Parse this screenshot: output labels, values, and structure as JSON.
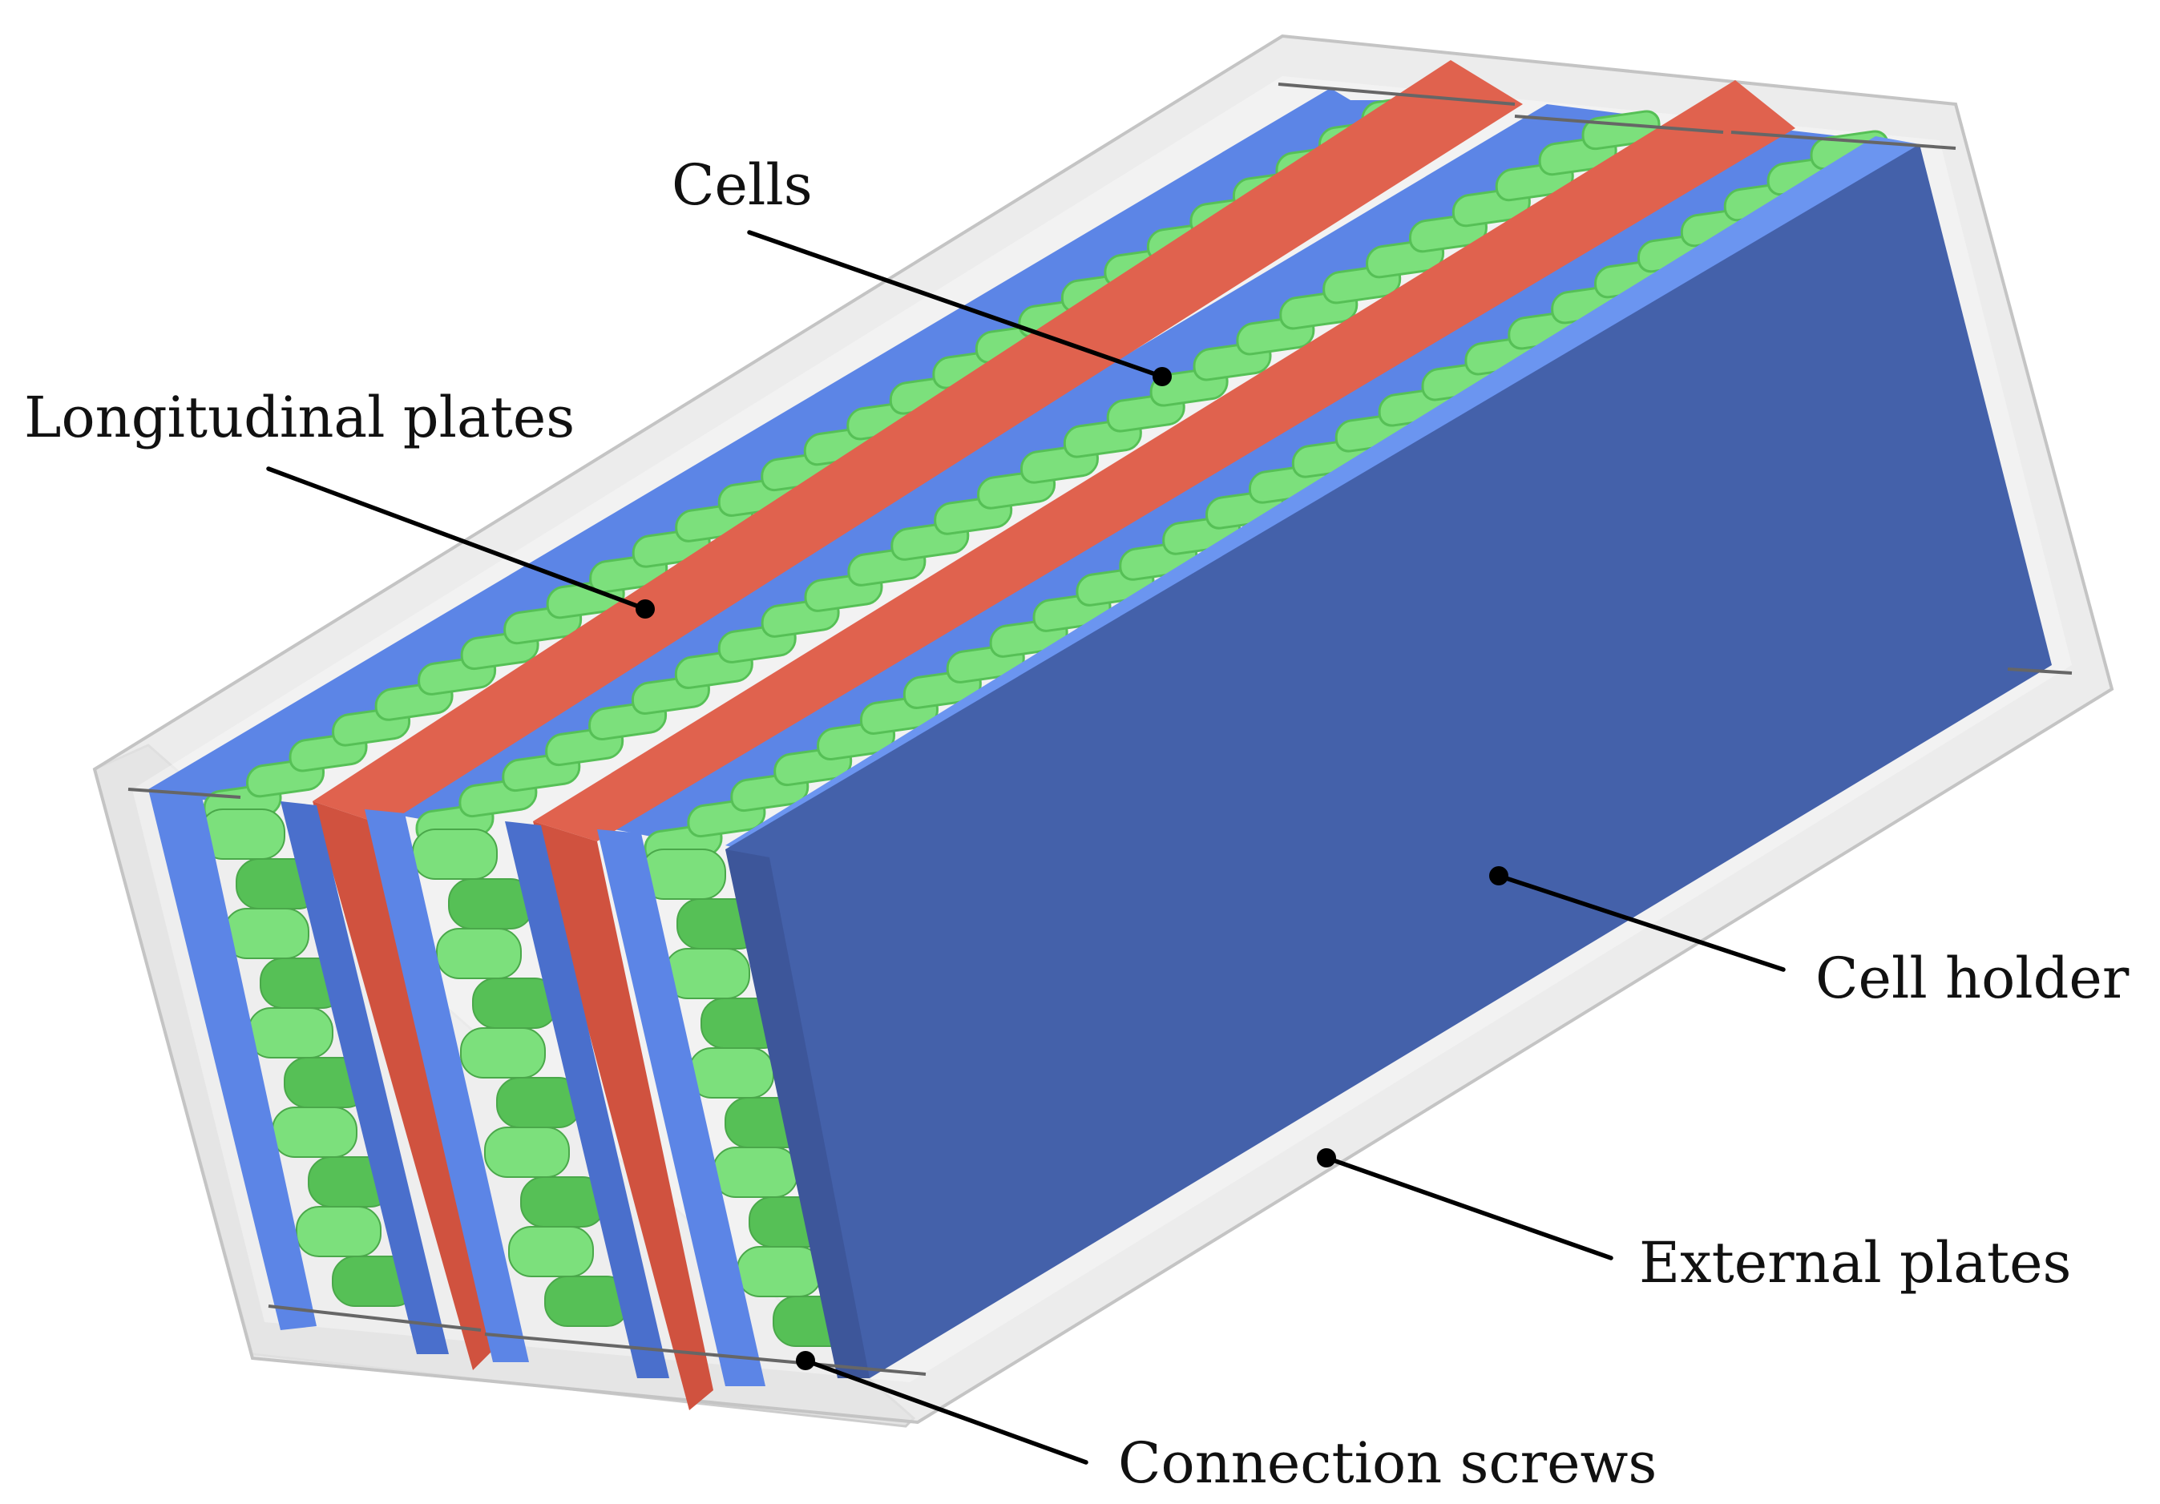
{
  "labels": {
    "cells": "Cells",
    "longitudinal_plates": "Longitudinal plates",
    "cell_holder": "Cell holder",
    "external_plates": "External plates",
    "connection_screws": "Connection screws"
  },
  "colors": {
    "external_plate": "#e3e3e3",
    "external_plate_edge": "#c8c8c8",
    "holder_front": "#4461aa",
    "holder_side": "#5c85e6",
    "holder_top": "#6b95f0",
    "longitudinal_plate": "#e0624e",
    "longitudinal_plate_dark": "#c9513e",
    "cell": "#7ce07c",
    "cell_shade": "#56c056",
    "screw": "#666666"
  },
  "geometry": {
    "rows": 5,
    "cells_per_row": 28
  }
}
